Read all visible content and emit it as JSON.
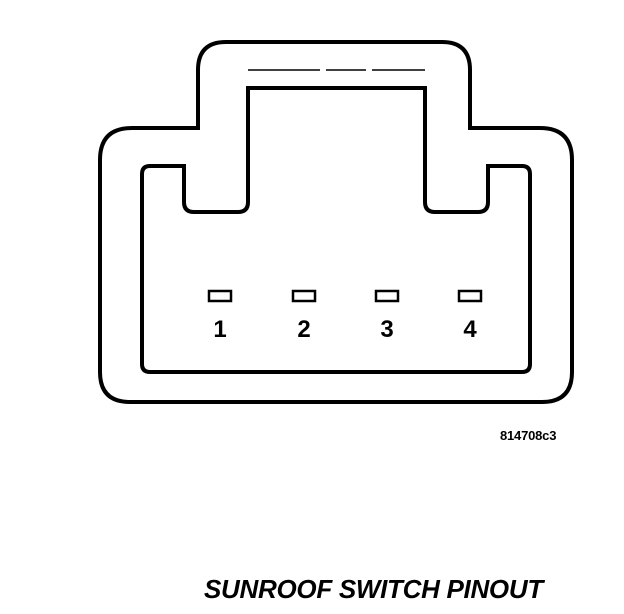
{
  "pins": [
    {
      "number": "1"
    },
    {
      "number": "2"
    },
    {
      "number": "3"
    },
    {
      "number": "4"
    }
  ],
  "reference_code": "814708c3",
  "title": "SUNROOF SWITCH PINOUT",
  "colors": {
    "line": "#000000",
    "background": "#ffffff"
  }
}
